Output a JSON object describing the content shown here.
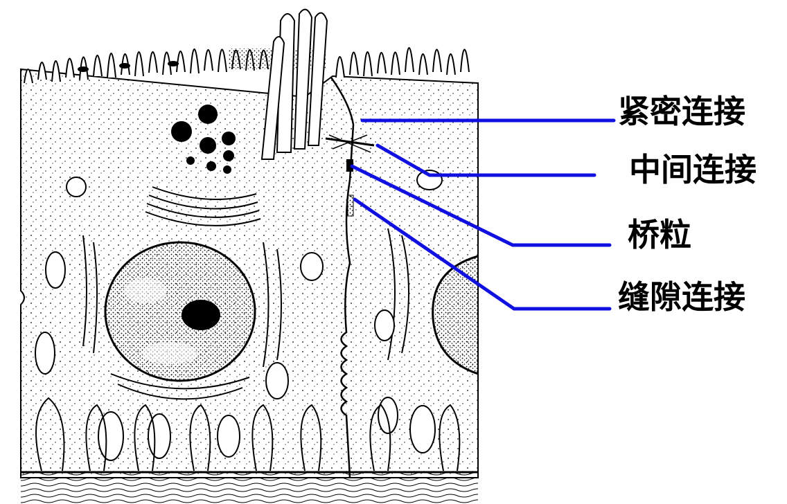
{
  "labels": {
    "tight_junction": "紧密连接",
    "intermediate_junction": "中间连接",
    "desmosome": "桥粒",
    "gap_junction": "缝隙连接"
  },
  "colors": {
    "leader_line": "#1010e0",
    "ink": "#000000",
    "paper": "#ffffff"
  }
}
